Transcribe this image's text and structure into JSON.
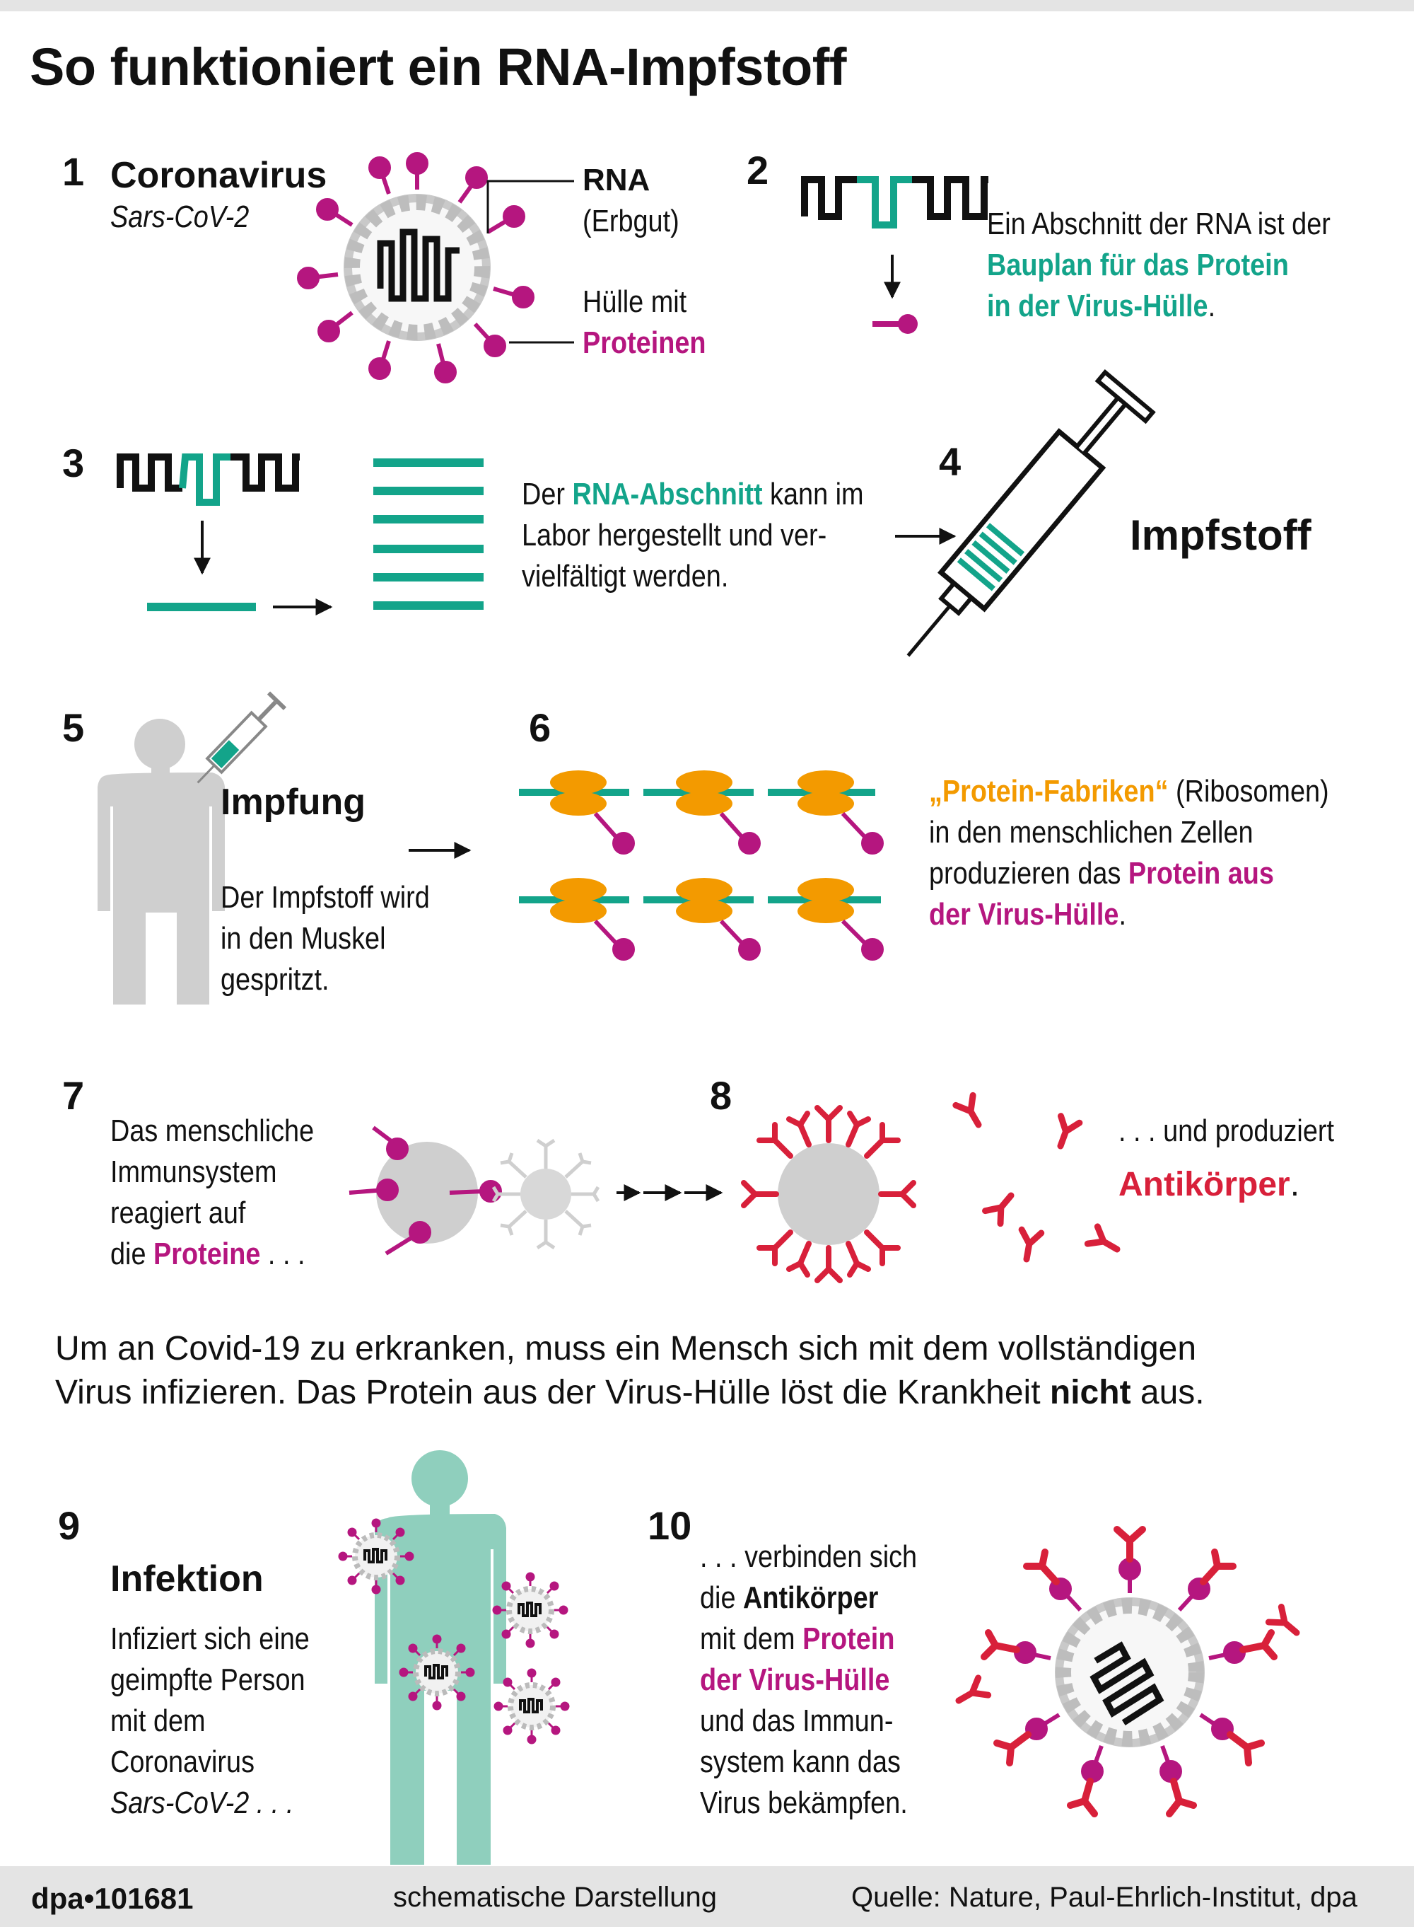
{
  "title": "So funktioniert ein RNA-Impfstoff",
  "steps": {
    "s1": {
      "number": "1",
      "name": "Coronavirus",
      "species": "Sars-CoV-2",
      "rna_label": "RNA",
      "rna_sub": "(Erbgut)",
      "shell_label": "Hülle mit",
      "shell_proteins": "Proteinen"
    },
    "s2": {
      "number": "2",
      "line1": "Ein Abschnitt der RNA ist der",
      "line2": "Bauplan für das Protein",
      "line3": "in der Virus-Hülle",
      "line3_end": "."
    },
    "s3": {
      "number": "3",
      "line1_a": "Der ",
      "line1_b": "RNA-Abschnitt",
      "line1_c": " kann im",
      "line2": "Labor hergestellt und ver-",
      "line3": "vielfältigt werden."
    },
    "s4": {
      "number": "4",
      "label": "Impfstoff"
    },
    "s5": {
      "number": "5",
      "heading": "Impfung",
      "line1": "Der Impfstoff wird",
      "line2": "in den Muskel",
      "line3": "gespritzt."
    },
    "s6": {
      "number": "6",
      "line1_a": "„Protein-Fabriken“",
      "line1_b": " (Ribosomen)",
      "line2": "in den menschlichen Zellen",
      "line3_a": "produzieren das ",
      "line3_b": "Protein aus",
      "line4_a": "der Virus-Hülle",
      "line4_b": "."
    },
    "s7": {
      "number": "7",
      "line1": "Das menschliche",
      "line2": "Immunsystem",
      "line3": "reagiert auf",
      "line4_a": "die ",
      "line4_b": "Proteine",
      "line4_c": " . . ."
    },
    "s8": {
      "number": "8",
      "line1": ". . . und produziert",
      "line2_a": "Antikörper",
      "line2_b": "."
    },
    "middle": {
      "line1": "Um an Covid-19 zu erkranken, muss ein Mensch sich mit dem vollständigen",
      "line2_a": "Virus infizieren. Das Protein aus der Virus-Hülle löst die Krankheit ",
      "line2_b": "nicht",
      "line2_c": " aus."
    },
    "s9": {
      "number": "9",
      "heading": "Infektion",
      "line1": "Infiziert sich eine",
      "line2": "geimpfte Person",
      "line3": "mit dem",
      "line4": "Coronavirus",
      "line5": "Sars-CoV-2 . . ."
    },
    "s10": {
      "number": "10",
      "line1": ". . . verbinden sich",
      "line2_a": "die ",
      "line2_b": "Antikörper",
      "line3_a": "mit dem ",
      "line3_b": "Protein",
      "line4": "der Virus-Hülle",
      "line5": "und das Immun-",
      "line6": "system kann das",
      "line7": "Virus bekämpfen."
    }
  },
  "footer": {
    "id": "dpa•101681",
    "note": "schematische Darstellung",
    "source": "Quelle: Nature, Paul-Ehrlich-Institut, dpa"
  },
  "colors": {
    "teal": "#13a48a",
    "magenta": "#b5167f",
    "orange": "#f39a00",
    "red": "#d8203a",
    "grey": "#bdbdbd",
    "figure_teal": "#8fcfbd"
  },
  "icons": [
    "coronavirus-icon",
    "rna-strand-icon",
    "syringe-icon",
    "person-silhouette-icon",
    "ribosome-icon",
    "immune-cell-icon",
    "antibody-icon",
    "arrow-right-icon",
    "arrow-down-icon"
  ]
}
